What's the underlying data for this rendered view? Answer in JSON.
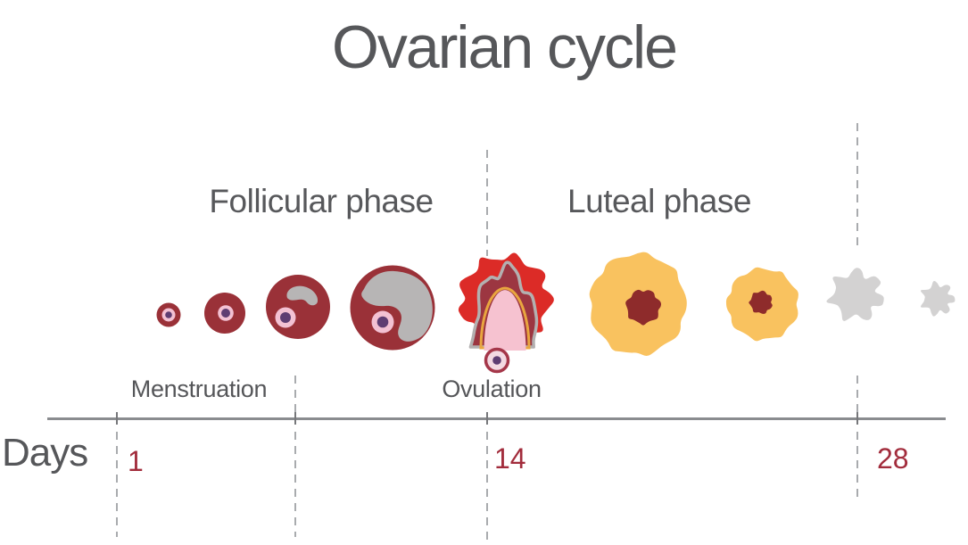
{
  "title": "Ovarian cycle",
  "phases": {
    "follicular": "Follicular phase",
    "luteal": "Luteal phase"
  },
  "events": {
    "menstruation": "Menstruation",
    "ovulation": "Ovulation"
  },
  "timeline": {
    "axis_label": "Days",
    "day_markers": [
      "1",
      "14",
      "28"
    ],
    "range_days": 28
  },
  "illustration": {
    "stages": [
      {
        "name": "primordial-follicle"
      },
      {
        "name": "primary-follicle"
      },
      {
        "name": "secondary-follicle"
      },
      {
        "name": "mature-follicle"
      },
      {
        "name": "ovulation-ruptured-follicle"
      },
      {
        "name": "released-ovum"
      },
      {
        "name": "corpus-luteum"
      },
      {
        "name": "degenerating-corpus-luteum"
      },
      {
        "name": "corpus-albicans"
      },
      {
        "name": "corpus-albicans-remnant"
      }
    ]
  },
  "colors": {
    "follicle_maroon": "#9a3138",
    "oocyte_pink": "#f3c1d3",
    "oocyte_purple": "#5e3d72",
    "antrum_gray": "#b7b5b5",
    "rupture_red": "#dc2b27",
    "rupture_inner_maroon": "#9c3641",
    "rupture_outline_gray": "#b3b0b0",
    "theca_yellow_line": "#e9a63f",
    "dome_pink": "#f6c2d0",
    "ovum_fill": "#f3d9e2",
    "luteum_yellow": "#f9c25f",
    "luteum_core": "#8e2b2b",
    "albicans_gray": "#d3d2d2",
    "text_gray": "#57585b",
    "day_number_red": "#a22c3c",
    "axis_gray": "#8a8c8f",
    "dash_gray": "#a9abae"
  }
}
